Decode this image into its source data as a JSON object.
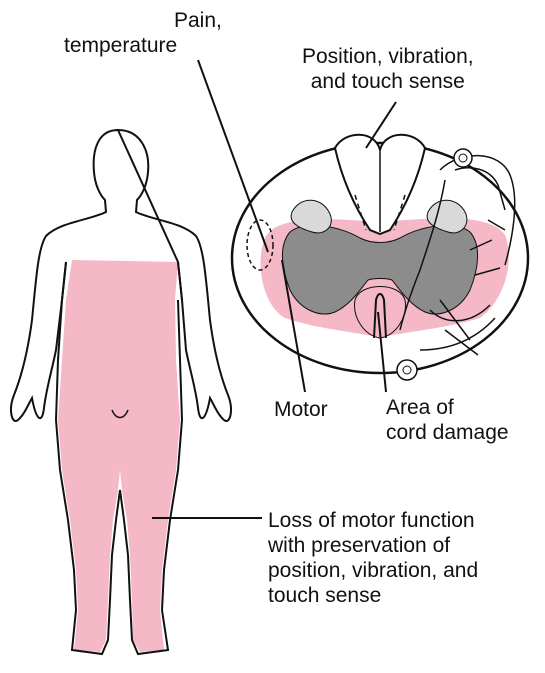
{
  "labels": {
    "pain_temp": [
      "Pain,",
      "temperature"
    ],
    "position_vibration": [
      "Position, vibration,",
      "and touch sense"
    ],
    "motor": "Motor",
    "area_damage": [
      "Area of",
      "cord damage"
    ],
    "loss_description": [
      "Loss of motor function",
      "with preservation of",
      "position, vibration, and",
      "touch sense"
    ]
  },
  "colors": {
    "affected_region": "#f4b8c6",
    "gray_matter": "#8c8c8c",
    "gray_matter_light": "#d9d9d9",
    "outline": "#111111"
  }
}
